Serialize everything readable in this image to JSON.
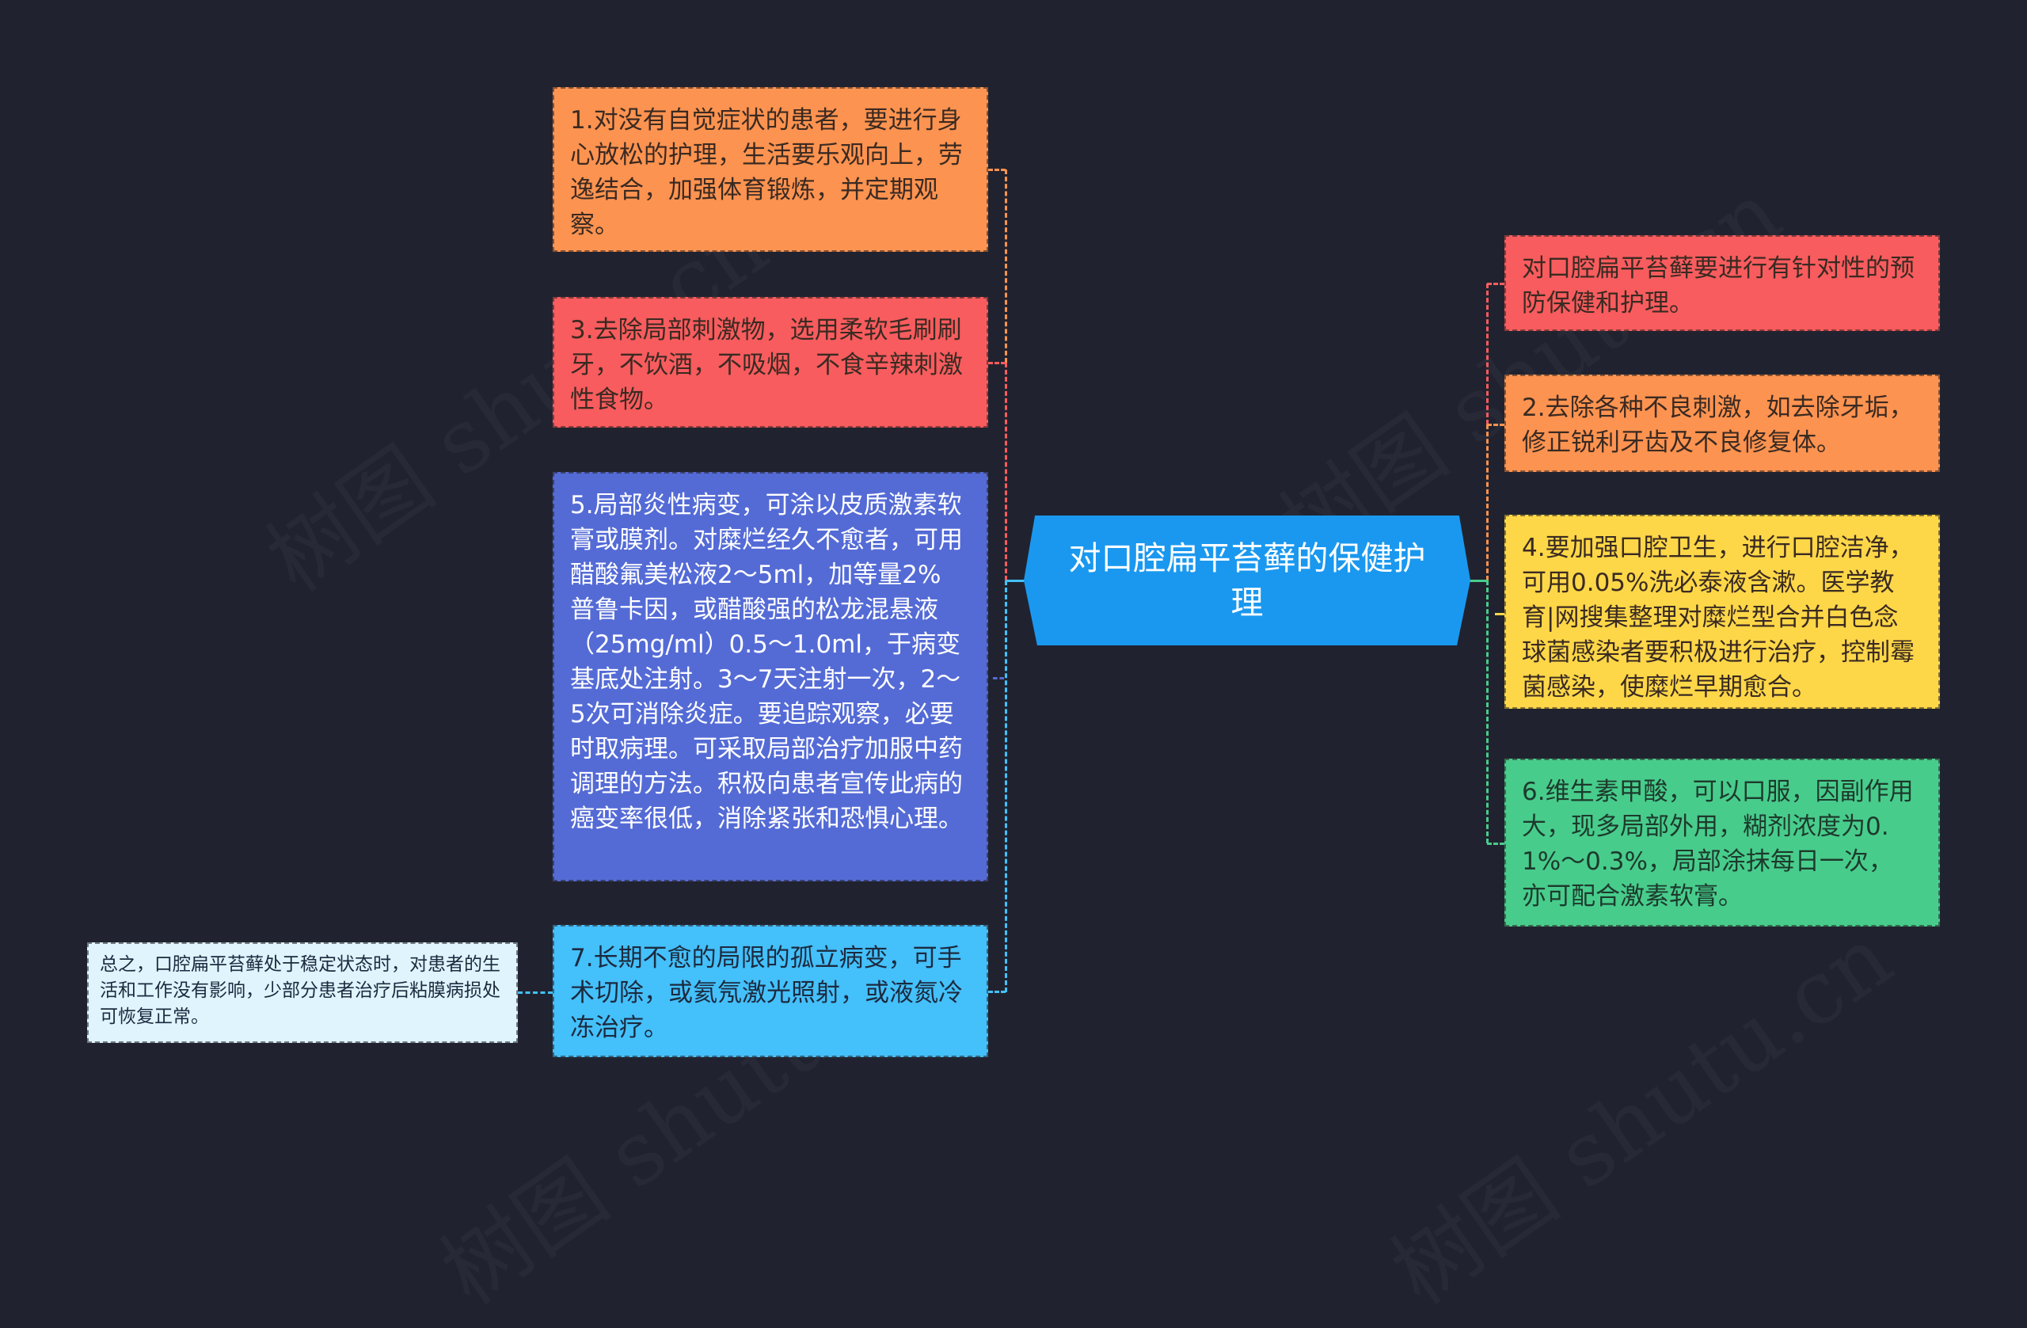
{
  "central_topic": {
    "label": "对口腔扁平苔藓的保健护理",
    "color": "#1a98ef"
  },
  "left_branches": [
    {
      "id": "1",
      "text": "1.对没有自觉症状的患者，要进行身心放松的护理，生活要乐观向上，劳逸结合，加强体育锻炼，并定期观察。",
      "color": "#fd9350"
    },
    {
      "id": "3",
      "text": "3.去除局部刺激物，选用柔软毛刷刷牙，不饮酒，不吸烟，不食辛辣刺激性食物。",
      "color": "#f85c5e"
    },
    {
      "id": "5",
      "text": "5.局部炎性病变，可涂以皮质激素软膏或膜剂。对糜烂经久不愈者，可用醋酸氟美松液2～5ml，加等量2%普鲁卡因，或醋酸强的松龙混悬液（25mg/ml）0.5～1.0ml，于病变基底处注射。3～7天注射一次，2～5次可消除炎症。要追踪观察，必要时取病理。可采取局部治疗加服中药调理的方法。积极向患者宣传此病的癌变率很低，消除紧张和恐惧心理。",
      "color": "#546bd6"
    },
    {
      "id": "7",
      "text": "7.长期不愈的局限的孤立病变，可手术切除，或氦氖激光照射，或液氮冷冻治疗。",
      "color": "#44c0fb"
    }
  ],
  "summary": {
    "text": "总之，口腔扁平苔藓处于稳定状态时，对患者的生活和工作没有影响，少部分患者治疗后粘膜病损处可恢复正常。",
    "color": "#dff4fd"
  },
  "right_branches": [
    {
      "id": "0",
      "text": "对口腔扁平苔藓要进行有针对性的预防保健和护理。",
      "color": "#f85c5e"
    },
    {
      "id": "2",
      "text": "2.去除各种不良刺激，如去除牙垢，修正锐利牙齿及不良修复体。",
      "color": "#fd9350"
    },
    {
      "id": "4",
      "text": "4.要加强口腔卫生，进行口腔洁净，可用0.05%洗必泰液含漱。医学教育|网搜集整理对糜烂型合并白色念球菌感染者要积极进行治疗，控制霉菌感染，使糜烂早期愈合。",
      "color": "#fdd748"
    },
    {
      "id": "6",
      "text": "6.维生素甲酸，可以口服，因副作用大，现多局部外用，糊剂浓度为0.1%～0.3%，局部涂抹每日一次，亦可配合激素软膏。",
      "color": "#48cc8c"
    }
  ],
  "watermark": {
    "text": "树图 shutu.cn"
  }
}
